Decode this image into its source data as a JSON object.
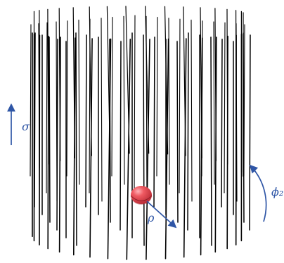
{
  "figure": {
    "labels": {
      "sigma": "σ",
      "rho": "ρ",
      "phi": "ϕ₂"
    },
    "colors": {
      "background": "#ffffff",
      "lines": "#000000",
      "annotation": "#2f56a6",
      "particle_main": "#e03b44",
      "particle_shadow": "#9d1f2b",
      "particle_highlight": "#ff9da6"
    }
  }
}
